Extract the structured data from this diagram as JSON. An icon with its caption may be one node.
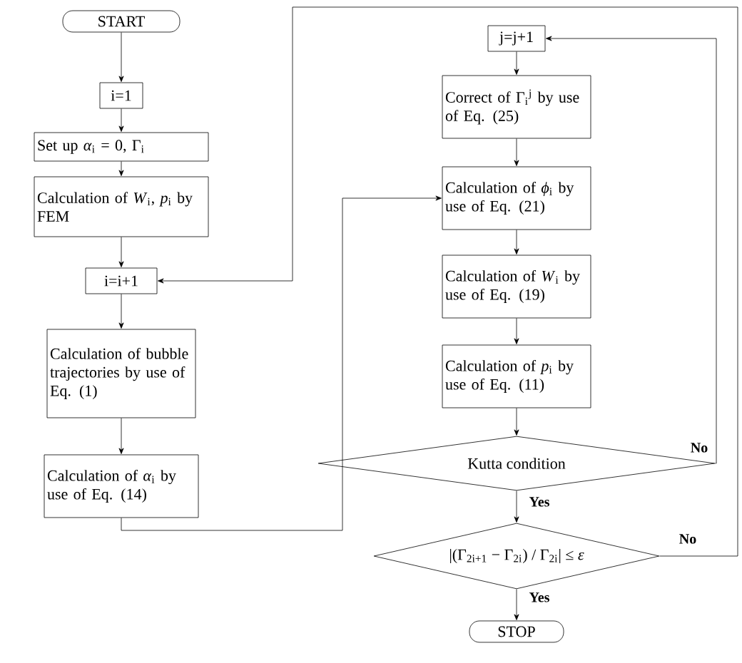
{
  "diagram": {
    "nodes": [
      {
        "text": [
          "START"
        ]
      },
      {
        "text": [
          "i=1"
        ]
      },
      {
        "text": [
          "Set up *α*$_{i}$ = 0, Γ$_{i}$"
        ]
      },
      {
        "text": [
          "Calculation of *W*$_{i}$, *p*$_{i}$ by FEM"
        ]
      },
      {
        "text": [
          "i=i+1"
        ]
      },
      {
        "text": [
          "Calculation of bubble trajectories by use of Eq. (1)"
        ]
      },
      {
        "text": [
          "Calculation of *α*$_{i}$ by use of Eq. (14)"
        ]
      },
      {
        "text": [
          "j=j+1"
        ]
      },
      {
        "text": [
          "Correct of Γ$_{i}$$^{j}$ by use of Eq. (25)"
        ]
      },
      {
        "text": [
          "Calculation of *ϕ*$_{i}$ by use of Eq. (21)"
        ]
      },
      {
        "text": [
          "Calculation of *W*$_{i}$ by use of Eq. (19)"
        ]
      },
      {
        "text": [
          "Calculation of *p*$_{i}$ by use of Eq. (11)"
        ]
      },
      {
        "text": [
          "Kutta condition"
        ]
      },
      {
        "text": [
          "|(Γ$_{2i+1}$ − Γ$_{2i}$) / Γ$_{2i}$| ≤ *ε*"
        ]
      },
      {
        "text": [
          "STOP"
        ]
      }
    ],
    "edges": [
      {
        "from": 0,
        "to": 1,
        "arrow": "to"
      },
      {
        "from": 1,
        "to": 2,
        "arrow": "to"
      },
      {
        "from": 2,
        "to": 3,
        "arrow": "to"
      },
      {
        "from": 3,
        "to": 4,
        "arrow": "to"
      },
      {
        "from": 4,
        "to": 5,
        "arrow": "to"
      },
      {
        "from": 5,
        "to": 6,
        "arrow": "to"
      },
      {
        "from": 6,
        "to": 9,
        "arrow": "to"
      },
      {
        "from": 7,
        "to": 8,
        "arrow": "to"
      },
      {
        "from": 8,
        "to": 9,
        "arrow": "to"
      },
      {
        "from": 9,
        "to": 10,
        "arrow": "to"
      },
      {
        "from": 10,
        "to": 11,
        "arrow": "to"
      },
      {
        "from": 11,
        "to": 12,
        "arrow": "to"
      },
      {
        "from": 12,
        "to": 7,
        "arrow": "to",
        "label": "No"
      },
      {
        "from": 12,
        "to": 13,
        "arrow": "to",
        "label": "Yes"
      },
      {
        "from": 13,
        "to": 4,
        "arrow": "to",
        "label": "No"
      },
      {
        "from": 13,
        "to": 14,
        "arrow": "to",
        "label": "Yes"
      }
    ]
  }
}
